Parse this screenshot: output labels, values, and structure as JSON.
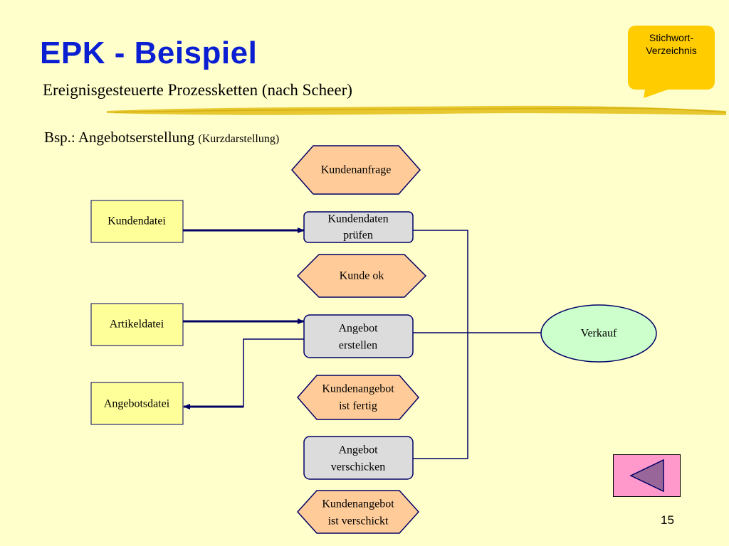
{
  "slide": {
    "title": "EPK - Beispiel",
    "subtitle": "Ereignisgesteuerte Prozessketten (nach Scheer)",
    "example_label": "Bsp.: Angebotserstellung",
    "example_label_small": "(Kurzdarstellung)",
    "page_number": "15"
  },
  "nav": {
    "index_button_line1": "Stichwort-",
    "index_button_line2": "Verzeichnis"
  },
  "diagram": {
    "events": {
      "kundenanfrage": "Kundenanfrage",
      "kunde_ok": "Kunde ok",
      "angebot_fertig_1": "Kundenangebot",
      "angebot_fertig_2": "ist fertig",
      "angebot_verschickt_1": "Kundenangebot",
      "angebot_verschickt_2": "ist verschickt"
    },
    "functions": {
      "pruefen_1": "Kundendaten",
      "pruefen_2": "prüfen",
      "erstellen_1": "Angebot",
      "erstellen_2": "erstellen",
      "verschicken_1": "Angebot",
      "verschicken_2": "verschicken"
    },
    "data_files": {
      "kundendatei": "Kundendatei",
      "artikeldatei": "Artikeldatei",
      "angebotsdatei": "Angebotsdatei"
    },
    "org_unit": "Verkauf"
  },
  "colors": {
    "background": "#ffffcc",
    "title": "#0a1ed2",
    "event_fill": "#ffcc99",
    "function_fill": "#dcdcdc",
    "data_fill": "#ffff99",
    "org_fill": "#ccffcc",
    "connector": "#000066",
    "back_button": "#ff99cc"
  }
}
